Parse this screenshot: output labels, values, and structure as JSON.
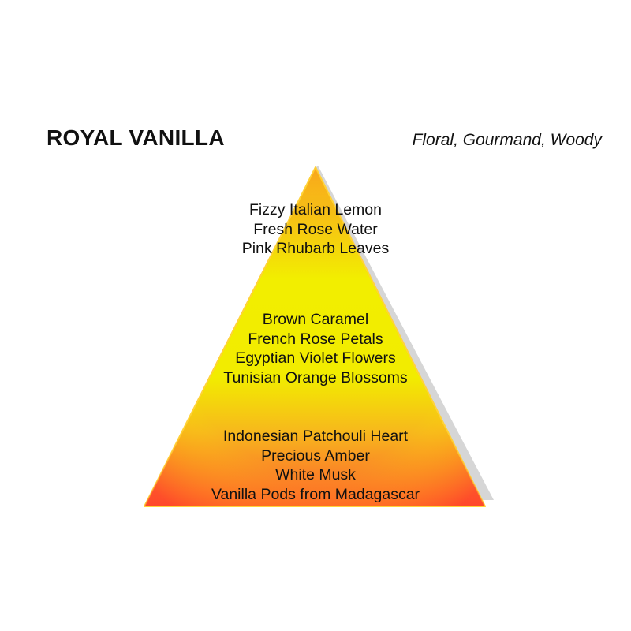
{
  "header": {
    "title": "ROYAL VANILLA",
    "subtitle": "Floral, Gourmand, Woody"
  },
  "pyramid": {
    "colors": {
      "top": "#f7a21e",
      "middle": "#f2ef00",
      "base": "#ff4a2a",
      "edge": "#ffd23a",
      "shadow": "#d3d3d3"
    },
    "tiers": [
      {
        "name": "top",
        "notes": [
          "Fizzy Italian Lemon",
          "Fresh Rose Water",
          "Pink Rhubarb Leaves"
        ]
      },
      {
        "name": "middle",
        "notes": [
          "Brown Caramel",
          "French Rose Petals",
          "Egyptian Violet Flowers",
          "Tunisian Orange Blossoms"
        ]
      },
      {
        "name": "base",
        "notes": [
          "Indonesian Patchouli Heart",
          "Precious Amber",
          "White Musk",
          "Vanilla Pods from Madagascar"
        ]
      }
    ]
  }
}
